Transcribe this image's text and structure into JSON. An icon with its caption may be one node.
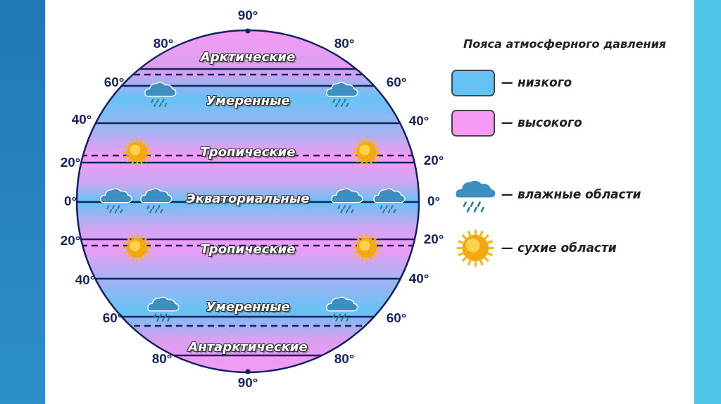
{
  "diagram": {
    "title": "Пояса атмосферного давления",
    "labels": [
      "90°",
      "80°",
      "80°",
      "Арктические",
      "60°",
      "60°",
      "Умеренные",
      "40°",
      "40°",
      "Тропические",
      "20°",
      "20°",
      "0°",
      "Экваториальные",
      "0°",
      "20°",
      "20°",
      "Тропические",
      "40°",
      "40°",
      "Умеренные",
      "60°",
      "60°",
      "Антарктические",
      "80°",
      "80°",
      "90°"
    ],
    "legend": [
      {
        "text": "— низкого",
        "color": "#66c2f5"
      },
      {
        "text": "— высокого",
        "color": "#f59af5"
      },
      {
        "text": "— влажные области"
      },
      {
        "text": "— сухие области"
      }
    ]
  }
}
